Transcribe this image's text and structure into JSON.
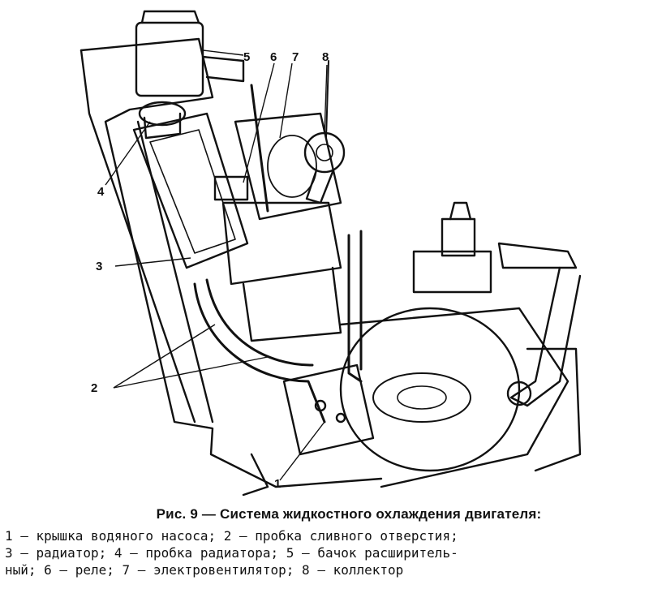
{
  "figure": {
    "labels": [
      "5",
      "6",
      "7",
      "8",
      "4",
      "3",
      "2",
      "1"
    ]
  },
  "caption": {
    "title": "Рис. 9 — Система жидкостного охлаждения двигателя:",
    "lines": [
      "1 — крышка водяного насоса; 2 — пробка сливного отверстия;",
      "3 — радиатор; 4 — пробка радиатора; 5 — бачок расширитель-",
      "ный; 6 — реле; 7 — электровентилятор; 8 — коллектор"
    ]
  }
}
